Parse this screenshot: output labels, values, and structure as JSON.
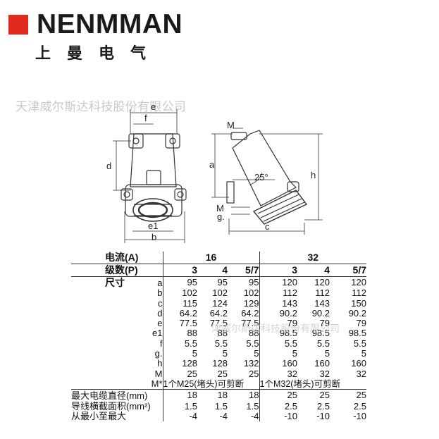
{
  "brand": {
    "name": "NENMMAN",
    "cn": "上曼电气"
  },
  "watermark": {
    "text": "天津威尔斯达科技股份有限公司",
    "overlay": "津威尔斯达科技股份有限公司"
  },
  "drawing_labels": {
    "e": "e",
    "f": "f",
    "d": "d",
    "e1": "e1",
    "b": "b",
    "M": "M",
    "a": "a",
    "h": "h",
    "angle": "25°",
    "M2": "M",
    "g": "g.",
    "c": "c"
  },
  "table": {
    "current_label": "电流(A)",
    "poles_label": "级数(P)",
    "size_label": "尺寸",
    "group16": "16",
    "group32": "32",
    "poles": [
      "3",
      "4",
      "5/7",
      "3",
      "4",
      "5/7"
    ],
    "rows": [
      {
        "label": "a",
        "values": [
          "95",
          "95",
          "95",
          "120",
          "120",
          "120"
        ]
      },
      {
        "label": "b",
        "values": [
          "102",
          "102",
          "102",
          "112",
          "112",
          "112"
        ]
      },
      {
        "label": "c",
        "values": [
          "115",
          "124",
          "129",
          "143",
          "143",
          "150"
        ]
      },
      {
        "label": "d",
        "values": [
          "64.2",
          "64.2",
          "64.2",
          "90.2",
          "90.2",
          "90.2"
        ]
      },
      {
        "label": "e",
        "values": [
          "77.5",
          "77.5",
          "77.5",
          "79",
          "79",
          "79"
        ]
      },
      {
        "label": "e1",
        "values": [
          "88",
          "88",
          "88",
          "98.5",
          "98.5",
          "98.5"
        ]
      },
      {
        "label": "f",
        "values": [
          "5.5",
          "5.5",
          "5.5",
          "5.5",
          "5.5",
          "5.5"
        ]
      },
      {
        "label": "g.",
        "values": [
          "5",
          "5",
          "5",
          "5",
          "5",
          "5"
        ]
      },
      {
        "label": "h",
        "values": [
          "128",
          "128",
          "132",
          "160",
          "160",
          "160"
        ]
      },
      {
        "label": "M",
        "values": [
          "25",
          "25",
          "25",
          "32",
          "32",
          "32"
        ]
      }
    ],
    "m_star_label": "M*",
    "m_star_16": "1个M25(堵头)可剪断",
    "m_star_32": "1个M32(堵头)可剪断",
    "footer": [
      {
        "label": "最大电缆直径(mm)",
        "values": [
          "18",
          "18",
          "18",
          "25",
          "25",
          "25"
        ]
      },
      {
        "label": "导线横截面积(mm²)",
        "values": [
          "1.5",
          "1.5",
          "1.5",
          "2.5",
          "2.5",
          "2.5"
        ]
      },
      {
        "label": "从最小至最大",
        "values": [
          "-4",
          "-4",
          "-4",
          "-10",
          "-10",
          "-10"
        ]
      }
    ]
  }
}
